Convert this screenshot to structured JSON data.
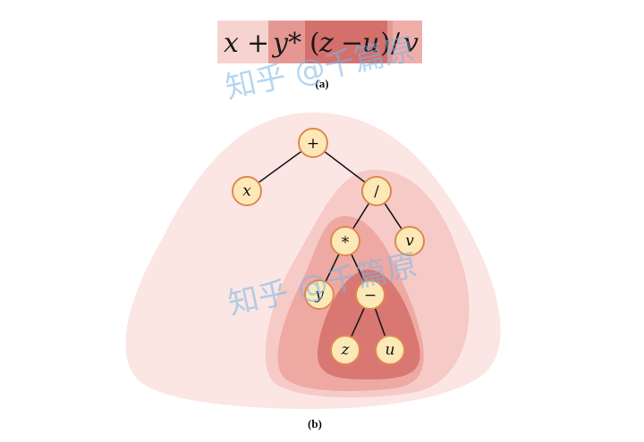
{
  "expression": {
    "parts": [
      "x",
      "+",
      "y",
      "*",
      "(",
      "z",
      "−",
      "u",
      ")",
      "/",
      "v"
    ]
  },
  "captions": {
    "a": "(a)",
    "b": "(b)"
  },
  "tree": {
    "nodes": {
      "plus": "+",
      "x": "x",
      "div": "/",
      "mul": "*",
      "v": "v",
      "y": "y",
      "minus": "−",
      "z": "z",
      "u": "u"
    }
  },
  "watermark": "知乎 @千篇原",
  "colors": {
    "region_outer": "#fbe6e4",
    "region_div": "#f6cac6",
    "region_mul": "#eea9a3",
    "region_minus": "#d97872",
    "node_fill": "#fde9b8",
    "node_stroke": "#e0884f"
  }
}
